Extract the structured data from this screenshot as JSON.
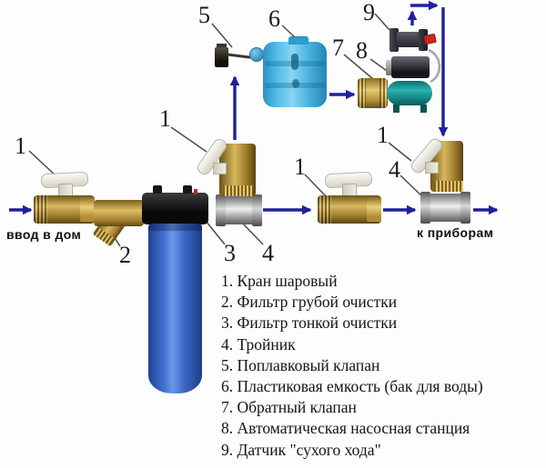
{
  "flow": {
    "inlet": "ввод в дом",
    "outlet": "к приборам"
  },
  "callouts": {
    "c1a": "1",
    "c1b": "1",
    "c1c": "1",
    "c1d": "1",
    "c2": "2",
    "c3": "3",
    "c4a": "4",
    "c4b": "4",
    "c5": "5",
    "c6": "6",
    "c7": "7",
    "c8": "8",
    "c9": "9"
  },
  "legend": {
    "items": [
      "1. Кран шаровый",
      "2. Фильтр грубой очистки",
      "3. Фильтр тонкой очистки",
      "4. Тройник",
      "5. Поплавковый клапан",
      "6. Пластиковая емкость (бак для воды)",
      "7. Обратный клапан",
      "8. Автоматическая насосная станция",
      "9. Датчик \"сухого хода\""
    ]
  },
  "colors": {
    "arrow": "#20209a",
    "callout_line": "#4a4a4a",
    "tank_blue": "#49b1df",
    "filter_blue": "#3a66c4",
    "pump_teal": "#1f9593",
    "brass": "#b3903e",
    "chrome": "#bdbdbd",
    "sensor_red": "#cc2817"
  }
}
